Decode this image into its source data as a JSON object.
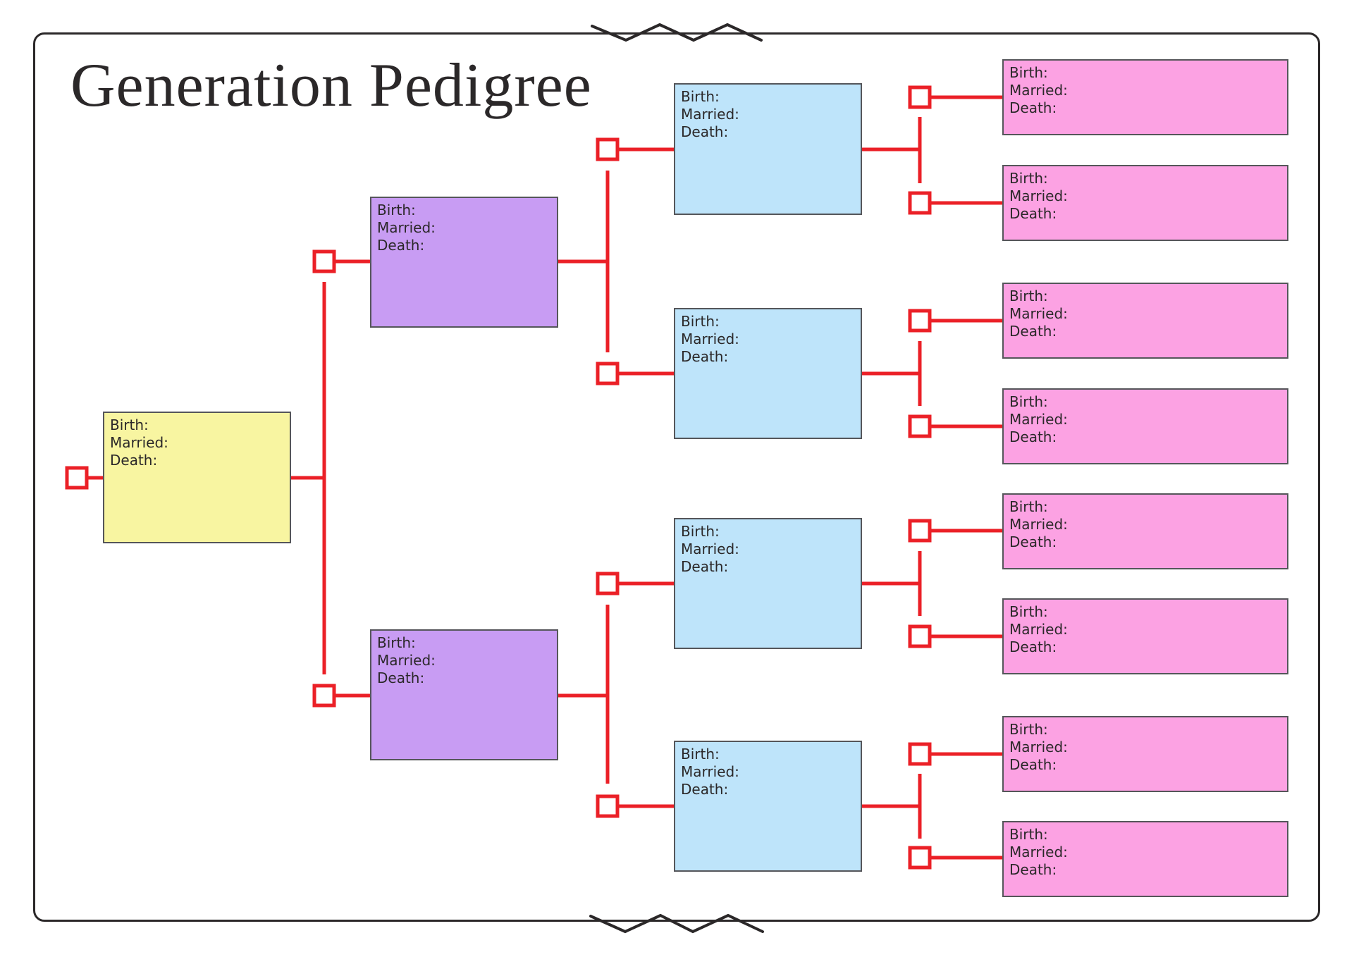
{
  "title": "Generation Pedigree",
  "box_labels": {
    "birth": "Birth:",
    "married": "Married:",
    "death": "Death:"
  },
  "colors": {
    "page_background": "#ffffff",
    "border_ink": "#2b2829",
    "ink": "#2b2829",
    "connector_red": "#eb2027",
    "box_outline": "#55565a",
    "gen1_fill": "#f8f5a1",
    "gen2_fill": "#c89cf3",
    "gen3_fill": "#bee4fa",
    "gen4_fill": "#fca2e3"
  }
}
